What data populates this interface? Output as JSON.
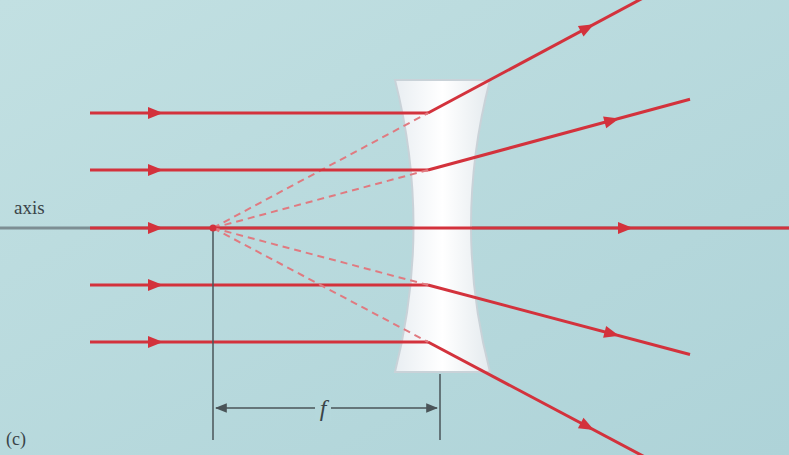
{
  "diagram": {
    "labels": [
      "axis",
      "f",
      "(c)"
    ]
  }
}
